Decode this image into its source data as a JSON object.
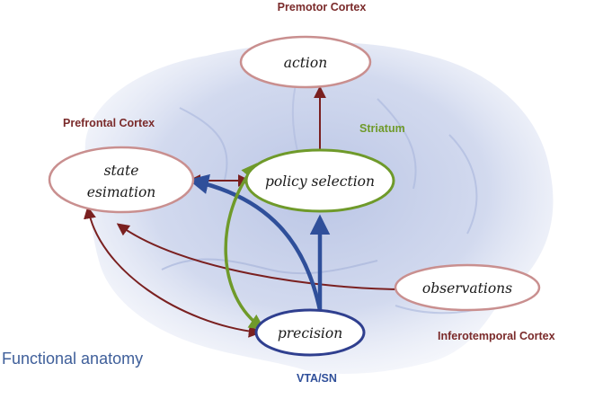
{
  "colors": {
    "region_red": "#7a2a2a",
    "striatum_green": "#6f9a2a",
    "vta_blue": "#2f4f9a",
    "caption_blue": "#3f5f9a",
    "node_border_pink": "#c98f8f",
    "node_border_green": "#6f9a2a",
    "node_border_blue": "#2f3f8f",
    "arrow_dark_red": "#7a2020",
    "arrow_blue": "#2f4f9a",
    "arrow_green": "#6f9a2a",
    "brain_tint": "#c9d3ea"
  },
  "regions": {
    "premotor": "Premotor Cortex",
    "prefrontal": "Prefrontal Cortex",
    "striatum": "Striatum",
    "inferotemporal": "Inferotemporal Cortex",
    "vta": "VTA/SN"
  },
  "nodes": {
    "action": "action",
    "state_line1": "state",
    "state_line2": "esimation",
    "policy": "policy selection",
    "observations": "observations",
    "precision": "precision"
  },
  "caption": "Functional anatomy"
}
